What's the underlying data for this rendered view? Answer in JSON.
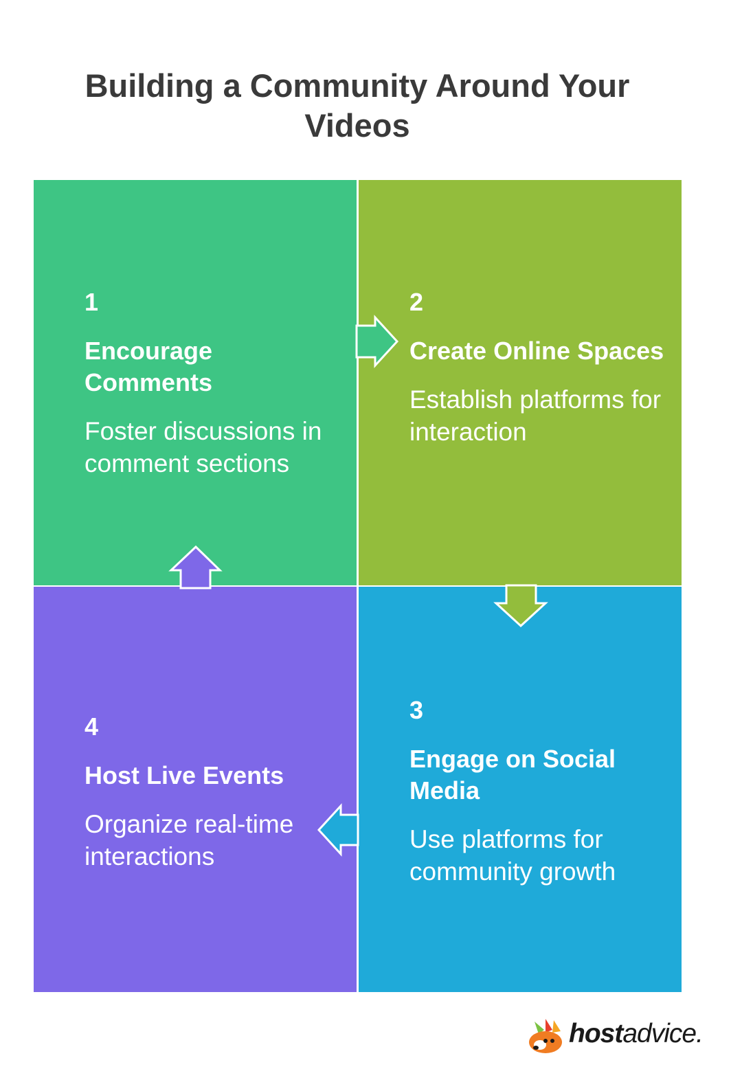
{
  "title": "Building a Community Around Your Videos",
  "colors": {
    "step1": "#3ec584",
    "step2": "#93bd3c",
    "step3": "#1faad9",
    "step4": "#7e68e8",
    "title": "#3a3a3a"
  },
  "steps": [
    {
      "number": "1",
      "heading": "Encourage Comments",
      "description": "Foster discussions in comment sections"
    },
    {
      "number": "2",
      "heading": "Create Online Spaces",
      "description": "Establish platforms for interaction"
    },
    {
      "number": "3",
      "heading": "Engage on Social Media",
      "description": "Use platforms for community growth"
    },
    {
      "number": "4",
      "heading": "Host Live Events",
      "description": "Organize real-time interactions"
    }
  ],
  "logo": {
    "bold": "host",
    "regular": "advice."
  }
}
